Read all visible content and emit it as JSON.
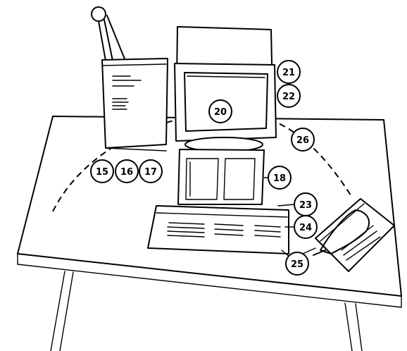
{
  "callouts": {
    "c15": "15",
    "c16": "16",
    "c17": "17",
    "c18": "18",
    "c20": "20",
    "c21": "21",
    "c22": "22",
    "c23": "23",
    "c24": "24",
    "c25": "25",
    "c26": "26"
  },
  "colors": {
    "ink": "#000000",
    "paper": "#ffffff"
  }
}
